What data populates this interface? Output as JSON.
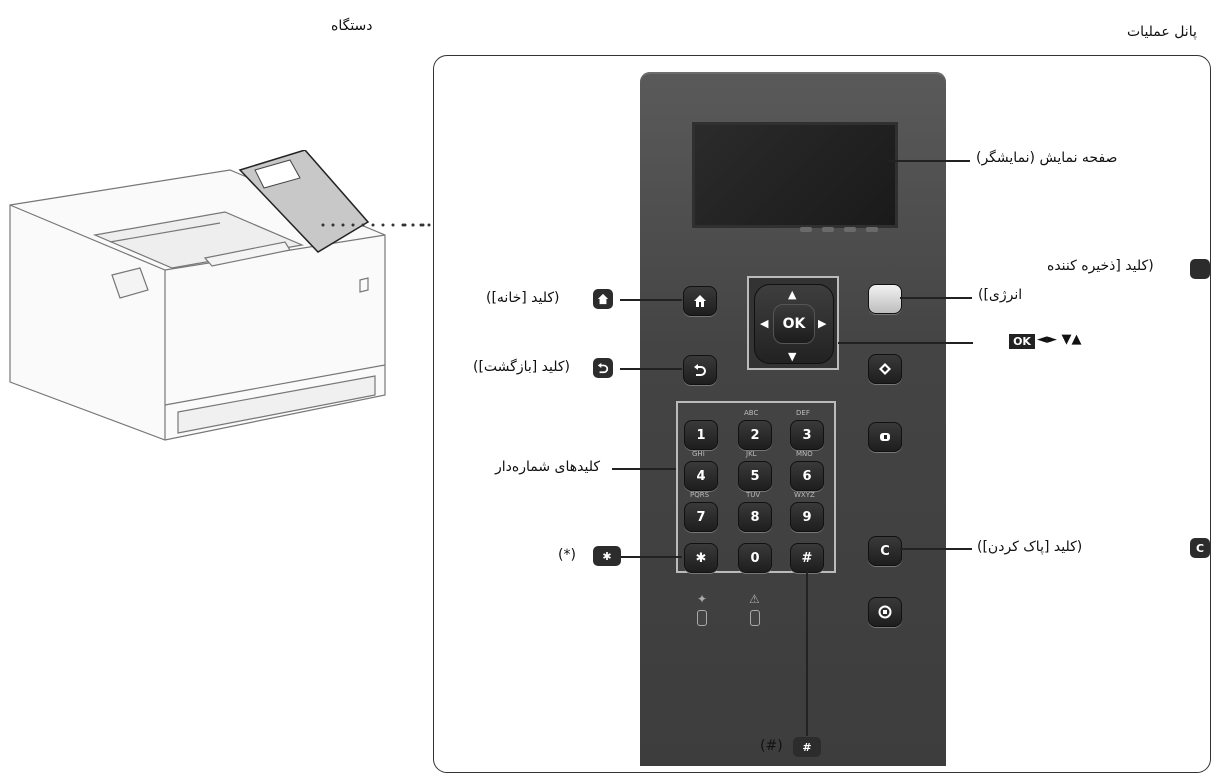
{
  "headings": {
    "device": "دستگاه",
    "control_panel": "پانل عملیات"
  },
  "callouts": {
    "display": "صفحه نمایش (نمایشگر)",
    "energy_line1": "(کلید [ذخیره کننده",
    "energy_line2": "انرژی])",
    "arrows": "◄► ▼▲",
    "ok_chip": "OK",
    "home": "(کلید [خانه])",
    "back": "(کلید [بازگشت])",
    "numeric": "کلیدهای شماره‌دار",
    "star": "(*)",
    "clear": "(کلید [پاک کردن])",
    "hash": "(#)"
  },
  "keys": {
    "ok": "OK",
    "digits": [
      {
        "digit": "1",
        "letters": ""
      },
      {
        "digit": "2",
        "letters": "ABC"
      },
      {
        "digit": "3",
        "letters": "DEF"
      },
      {
        "digit": "4",
        "letters": "GHI"
      },
      {
        "digit": "5",
        "letters": "JKL"
      },
      {
        "digit": "6",
        "letters": "MNO"
      },
      {
        "digit": "7",
        "letters": "PQRS"
      },
      {
        "digit": "8",
        "letters": "TUV"
      },
      {
        "digit": "9",
        "letters": "WXYZ"
      },
      {
        "digit": "0",
        "letters": ""
      }
    ],
    "star": "✱",
    "hash": "#",
    "clear": "C"
  },
  "icons": {
    "home": "home-icon",
    "back": "back-icon",
    "energy": "moon-icon",
    "menu": "menu-icon",
    "id": "id-icon",
    "stop": "stop-icon",
    "data_led": "data-indicator-icon",
    "error_led": "error-indicator-icon"
  },
  "colors": {
    "panel": "#444444",
    "key": "#222222",
    "highlight": "#bbbbbb"
  }
}
